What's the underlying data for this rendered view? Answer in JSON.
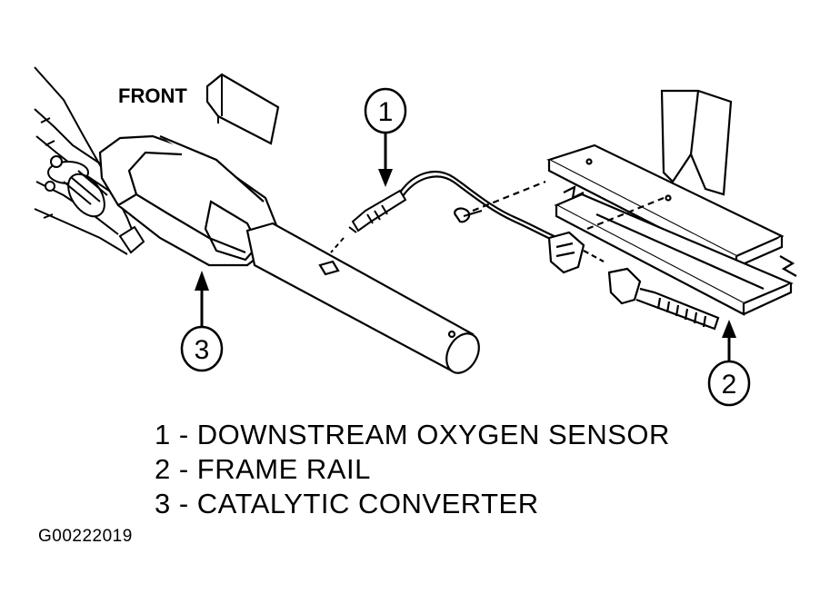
{
  "diagram": {
    "front_label": "FRONT",
    "callouts": [
      {
        "number": "1"
      },
      {
        "number": "2"
      },
      {
        "number": "3"
      }
    ]
  },
  "legend": [
    {
      "text": "1 - DOWNSTREAM OXYGEN SENSOR"
    },
    {
      "text": "2 - FRAME RAIL"
    },
    {
      "text": "3 - CATALYTIC CONVERTER"
    }
  ],
  "figure_id": "G00222019"
}
